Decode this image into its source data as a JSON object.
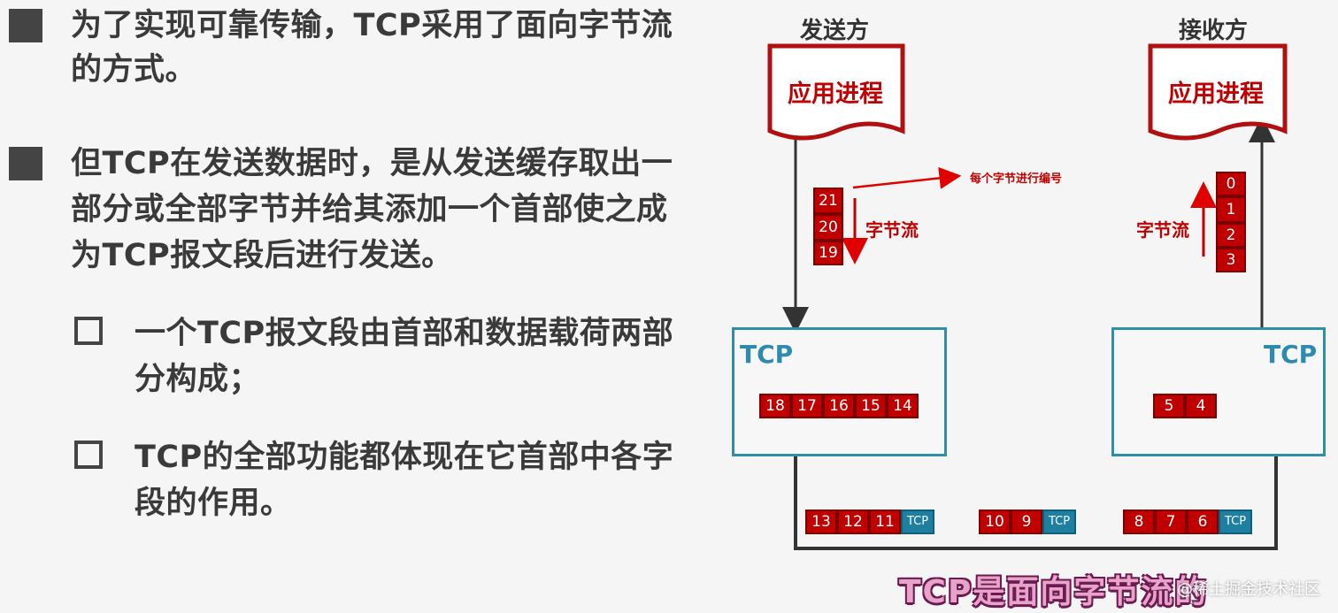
{
  "bullets": [
    {
      "lines": [
        "为了实现可靠传输，TCP采用了面向字节流",
        "的方式。"
      ]
    },
    {
      "lines": [
        "但TCP在发送数据时，是从发送缓存取出一",
        "部分或全部字节并给其添加一个首部使之成",
        "为TCP报文段后进行发送。"
      ]
    }
  ],
  "sub_bullets": [
    {
      "lines": [
        "一个TCP报文段由首部和数据载荷两部",
        "分构成；"
      ]
    },
    {
      "lines": [
        "TCP的全部功能都体现在它首部中各字",
        "段的作用。"
      ]
    }
  ],
  "diagram": {
    "sender_label": "发送方",
    "receiver_label": "接收方",
    "app_process": "应用进程",
    "tcp_label": "TCP",
    "byte_stream": "字节流",
    "numbering_note": "每个字节进行编号",
    "sender_stream": [
      "21",
      "20",
      "19"
    ],
    "receiver_stream": [
      "0",
      "1",
      "2",
      "3"
    ],
    "sender_buffer": [
      "18",
      "17",
      "16",
      "15",
      "14"
    ],
    "receiver_buffer": [
      "5",
      "4"
    ],
    "segments": [
      {
        "bytes": [
          "13",
          "12",
          "11"
        ],
        "header": "TCP"
      },
      {
        "bytes": [
          "10",
          "9"
        ],
        "header": "TCP"
      },
      {
        "bytes": [
          "8",
          "7",
          "6"
        ],
        "header": "TCP"
      }
    ],
    "colors": {
      "red": "#c00000",
      "teal": "#2f8fa8",
      "header_blue": "#1f7fa0"
    }
  },
  "banner": "TCP是面向字节流的",
  "watermark": "@稀土掘金技术社区"
}
